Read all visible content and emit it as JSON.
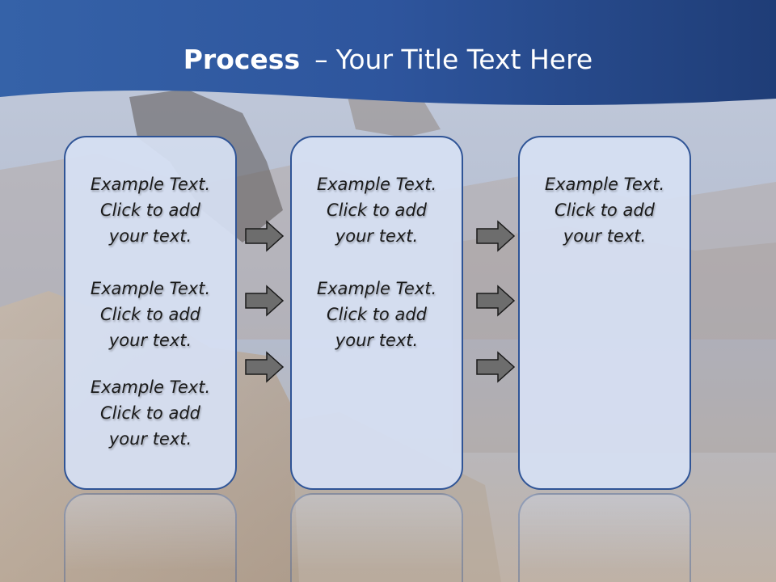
{
  "slide": {
    "title_bold": "Process",
    "title_separator": "–",
    "title_rest": "Your Title Text Here"
  },
  "columns": [
    {
      "items": [
        {
          "line1": "Example Text.",
          "line2": "Click  to add",
          "line3": "your text."
        },
        {
          "line1": "Example Text.",
          "line2": "Click  to add",
          "line3": "your text."
        },
        {
          "line1": "Example Text.",
          "line2": "Click  to add",
          "line3": "your text."
        }
      ]
    },
    {
      "items": [
        {
          "line1": "Example Text.",
          "line2": "Click  to add",
          "line3": "your text."
        },
        {
          "line1": "Example Text.",
          "line2": "Click  to add",
          "line3": "your text."
        }
      ]
    },
    {
      "items": [
        {
          "line1": "Example Text.",
          "line2": "Click  to add",
          "line3": "your text."
        }
      ]
    }
  ],
  "icons": {
    "arrow": "arrow-right-icon"
  },
  "colors": {
    "title_band": "#2e559d",
    "box_border": "#2f5496",
    "box_fill": "#d6e0f3",
    "arrow_fill": "#6d6d6d"
  }
}
